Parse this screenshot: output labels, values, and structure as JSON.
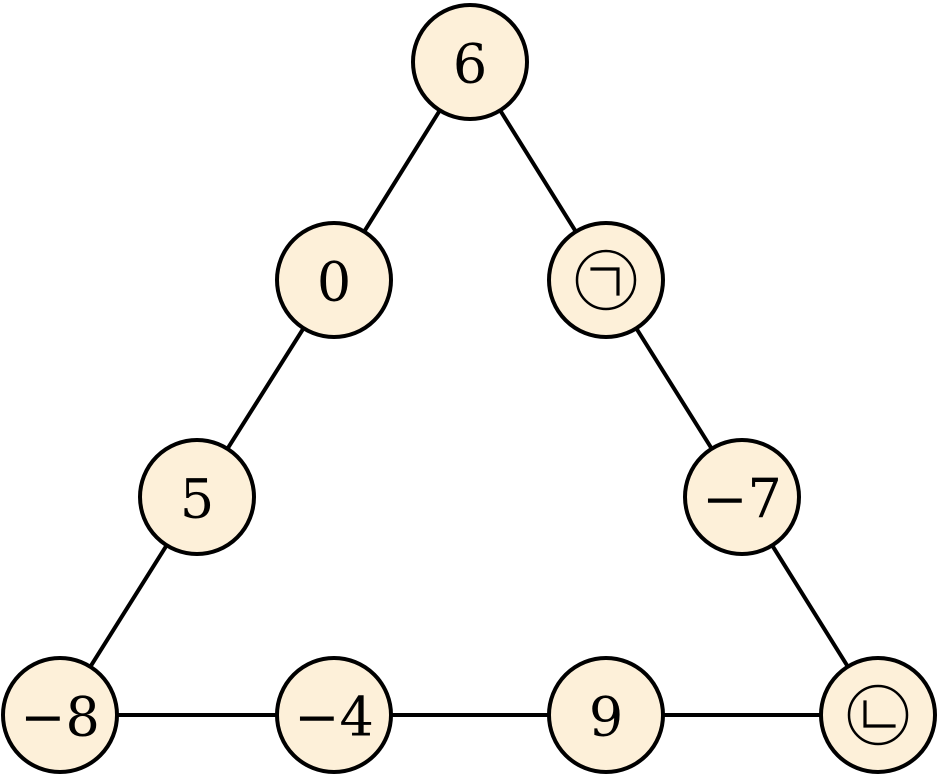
{
  "colors": {
    "node_fill": "#fdf0d9",
    "stroke": "#000000"
  },
  "nodes": [
    {
      "id": "top",
      "label": "6"
    },
    {
      "id": "left-upper",
      "label": "0"
    },
    {
      "id": "left-middle",
      "label": "5"
    },
    {
      "id": "bottom-left",
      "label": "−8"
    },
    {
      "id": "bottom-mid-left",
      "label": "−4"
    },
    {
      "id": "bottom-mid-right",
      "label": "9"
    },
    {
      "id": "bottom-right",
      "label": "ㄴ",
      "circled": true
    },
    {
      "id": "right-middle",
      "label": "−7"
    },
    {
      "id": "right-upper",
      "label": "ㄱ",
      "circled": true
    }
  ],
  "edges": [
    [
      "top",
      "left-upper"
    ],
    [
      "left-upper",
      "left-middle"
    ],
    [
      "left-middle",
      "bottom-left"
    ],
    [
      "bottom-left",
      "bottom-mid-left"
    ],
    [
      "bottom-mid-left",
      "bottom-mid-right"
    ],
    [
      "bottom-mid-right",
      "bottom-right"
    ],
    [
      "bottom-right",
      "right-middle"
    ],
    [
      "right-middle",
      "right-upper"
    ],
    [
      "right-upper",
      "top"
    ]
  ]
}
